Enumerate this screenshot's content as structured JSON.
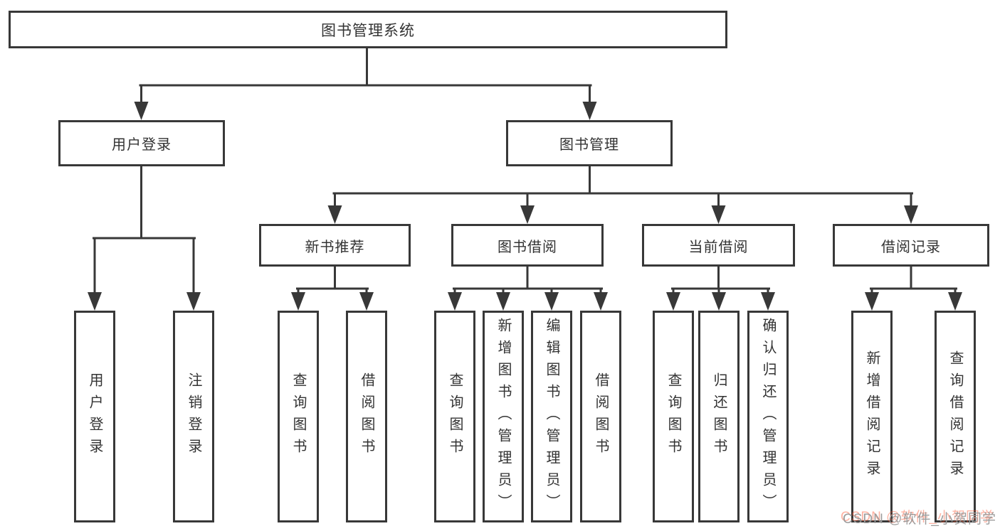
{
  "root": {
    "label": "图书管理系统"
  },
  "level2": [
    {
      "label": "用户登录"
    },
    {
      "label": "图书管理"
    }
  ],
  "level3": [
    {
      "label": "新书推荐"
    },
    {
      "label": "图书借阅"
    },
    {
      "label": "当前借阅"
    },
    {
      "label": "借阅记录"
    }
  ],
  "leaves": [
    {
      "label": "用户登录"
    },
    {
      "label": "注销登录"
    },
    {
      "label": "查询图书"
    },
    {
      "label": "借阅图书"
    },
    {
      "label": "查询图书"
    },
    {
      "label": "新增图书（管理员）"
    },
    {
      "label": "编辑图书（管理员）"
    },
    {
      "label": "借阅图书"
    },
    {
      "label": "查询图书"
    },
    {
      "label": "归还图书"
    },
    {
      "label": "确认归还（管理员）"
    },
    {
      "label": "新增借阅记录"
    },
    {
      "label": "查询借阅记录"
    }
  ],
  "watermark": {
    "text": "CSDN @软件_小贺同学"
  },
  "colors": {
    "line": "#383838",
    "text": "#333333",
    "watermark_gray": "#9c9c9c",
    "watermark_red": "#fc5531"
  }
}
